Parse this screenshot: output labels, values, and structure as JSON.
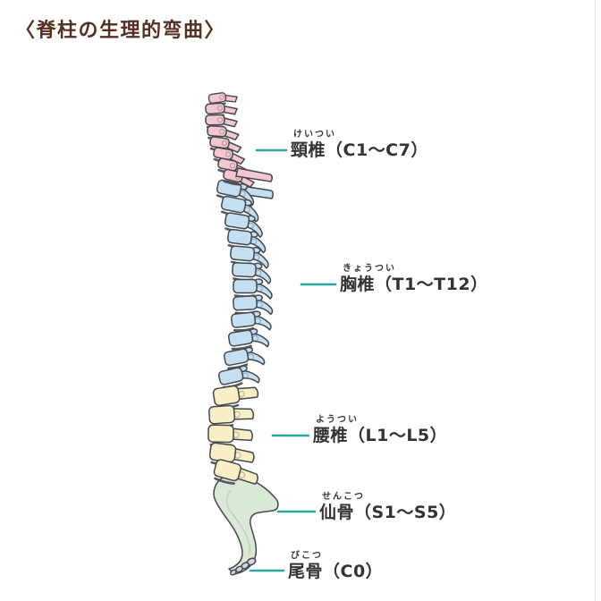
{
  "title": "〈脊柱の生理的弯曲〉",
  "labels": {
    "cervical": {
      "furigana": "けいつい",
      "text": "頸椎（C1〜C7）"
    },
    "thoracic": {
      "furigana": "きょうつい",
      "text": "胸椎（T1〜T12）"
    },
    "lumbar": {
      "furigana": "ようつい",
      "text": "腰椎（L1〜L5）"
    },
    "sacrum": {
      "furigana": "せんこつ",
      "text": "仙骨（S1〜S5）"
    },
    "coccyx": {
      "furigana": "びこつ",
      "text": "尾骨（C0）"
    }
  },
  "colors": {
    "background": "#ffffff",
    "title": "#53301f",
    "label_text": "#333333",
    "leader": "#2aa79e",
    "outline": "#45484c",
    "cervical": "#f5c7cf",
    "thoracic": "#c5dff2",
    "lumbar": "#f8efc7",
    "sacrum": "#d9e9d5",
    "sacrum_inner": "#b5d2b2",
    "coccyx": "#d6d2e8"
  }
}
